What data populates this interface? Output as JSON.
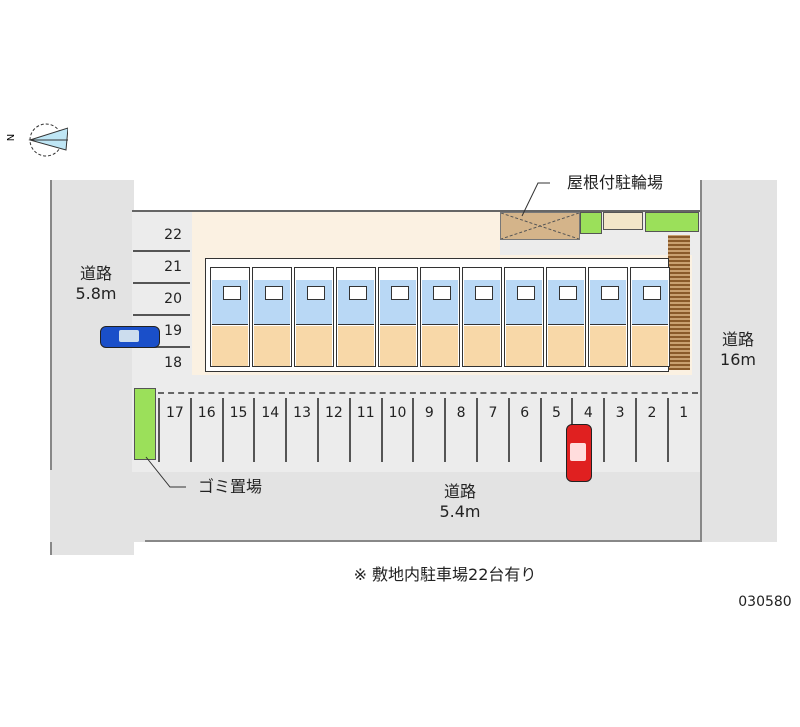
{
  "compass": {
    "label": "N"
  },
  "roads": {
    "left": {
      "name": "道路",
      "width": "5.8m"
    },
    "right": {
      "name": "道路",
      "width": "16m"
    },
    "bottom": {
      "name": "道路",
      "width": "5.4m"
    }
  },
  "labels": {
    "bike_shelter": "屋根付駐輪場",
    "garbage": "ゴミ置場"
  },
  "parking_bottom": [
    "17",
    "16",
    "15",
    "14",
    "13",
    "12",
    "11",
    "10",
    "9",
    "8",
    "7",
    "6",
    "5",
    "4",
    "3",
    "2",
    "1"
  ],
  "parking_left": [
    "22",
    "21",
    "20",
    "19",
    "18"
  ],
  "footer_note": "※ 敷地内駐車場22台有り",
  "code": "030580",
  "colors": {
    "road": "#e3e3e3",
    "lot": "#fbf1e2",
    "unit_upper": "#b9d8f5",
    "unit_lower": "#f8d8a8",
    "green": "#9be05a",
    "car_blue": "#1a4fc9",
    "car_red": "#e02020"
  }
}
